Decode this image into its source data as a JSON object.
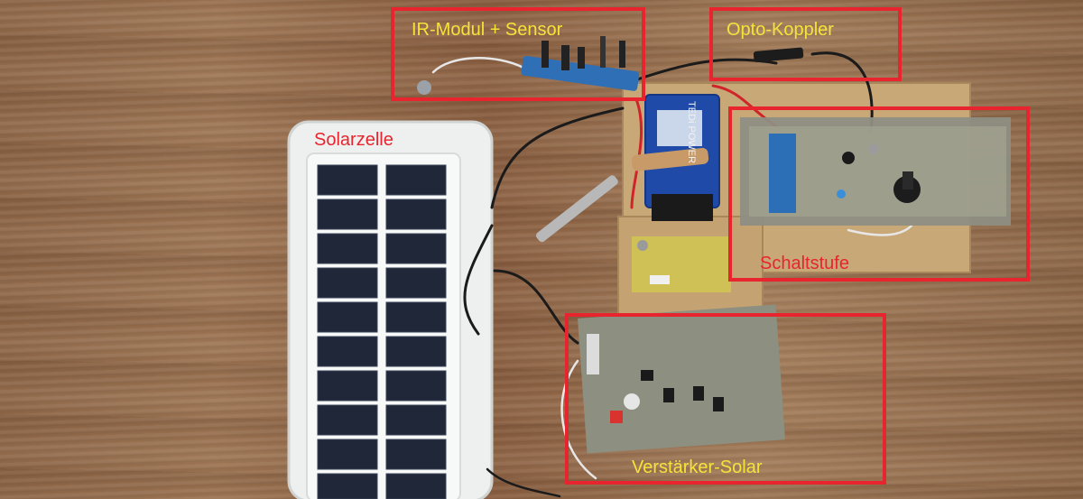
{
  "labels": {
    "ir_module": "IR-Modul + Sensor",
    "opto": "Opto-Koppler",
    "solar": "Solarzelle",
    "switch_stage": "Schaltstufe",
    "amplifier": "Verstärker-Solar"
  },
  "battery": {
    "brand": "TEDi POWER"
  },
  "colors": {
    "box": "#e8242e",
    "yellow_label": "#f5e33a",
    "red_label": "#e8242e"
  }
}
